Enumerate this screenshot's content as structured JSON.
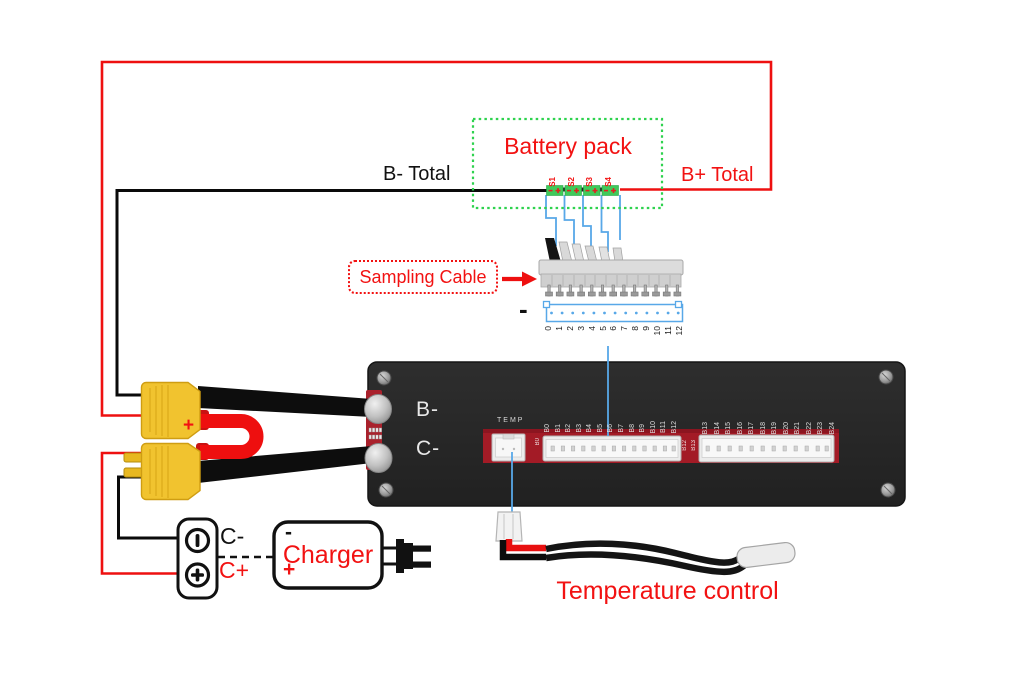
{
  "colors": {
    "wire_red": "#ee1010",
    "wire_black": "#0a0a0a",
    "wire_blue": "#58a8e8",
    "battery_green": "#3fca5a",
    "box_green_dotted": "#2ed24e",
    "board_black": "#272727",
    "pcb_red": "#a31b26",
    "connector_yellow": "#f1c32f",
    "label_red": "#f21212"
  },
  "battery": {
    "title": "Battery pack",
    "b_minus_label": "B- Total",
    "b_plus_label": "B+ Total",
    "cell_labels": [
      "S1",
      "S2",
      "S3",
      "S4"
    ]
  },
  "sampling": {
    "callout": "Sampling Cable",
    "minus_mark": "-",
    "pin_numbers": [
      "0",
      "1",
      "2",
      "3",
      "4",
      "5",
      "6",
      "7",
      "8",
      "9",
      "10",
      "11",
      "12"
    ]
  },
  "board": {
    "b_minus": "B-",
    "c_minus": "C-",
    "temp": "TEMP",
    "connector1_labels": [
      "B0",
      "B1",
      "B2",
      "B3",
      "B4",
      "B5",
      "B6",
      "B7",
      "B8",
      "B9",
      "B10",
      "B11",
      "B12"
    ],
    "connector2_labels": [
      "B13",
      "B14",
      "B15",
      "B16",
      "B17",
      "B18",
      "B19",
      "B20",
      "B21",
      "B22",
      "B23",
      "B24"
    ],
    "pcb_marks": [
      "B0",
      "B12",
      "B13"
    ]
  },
  "balance_loop": {
    "plus_mark": "+"
  },
  "charge_port": {
    "c_minus": "C-",
    "c_plus": "C+"
  },
  "charger": {
    "label": "Charger",
    "minus": "-",
    "plus": "+"
  },
  "temperature": {
    "label": "Temperature control"
  }
}
